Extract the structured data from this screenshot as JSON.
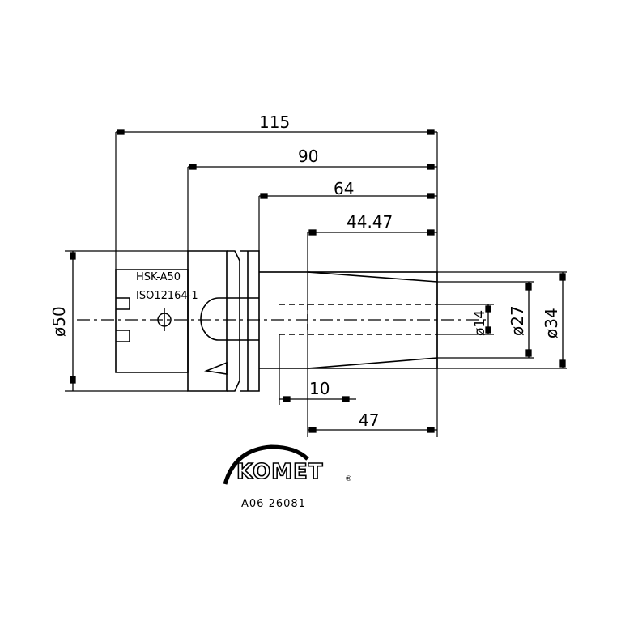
{
  "dimensions": {
    "length_total": "115",
    "length_90": "90",
    "length_64": "64",
    "length_44_47": "44.47",
    "length_10": "10",
    "length_47": "47",
    "diameter_50": "ø50",
    "diameter_14": "ø14",
    "diameter_27": "ø27",
    "diameter_34": "ø34"
  },
  "labels": {
    "interface": "HSK-A50",
    "standard": "ISO12164-1"
  },
  "logo": {
    "brand": "KOMET",
    "registered_mark": "®",
    "part_number": "A06 26081"
  }
}
